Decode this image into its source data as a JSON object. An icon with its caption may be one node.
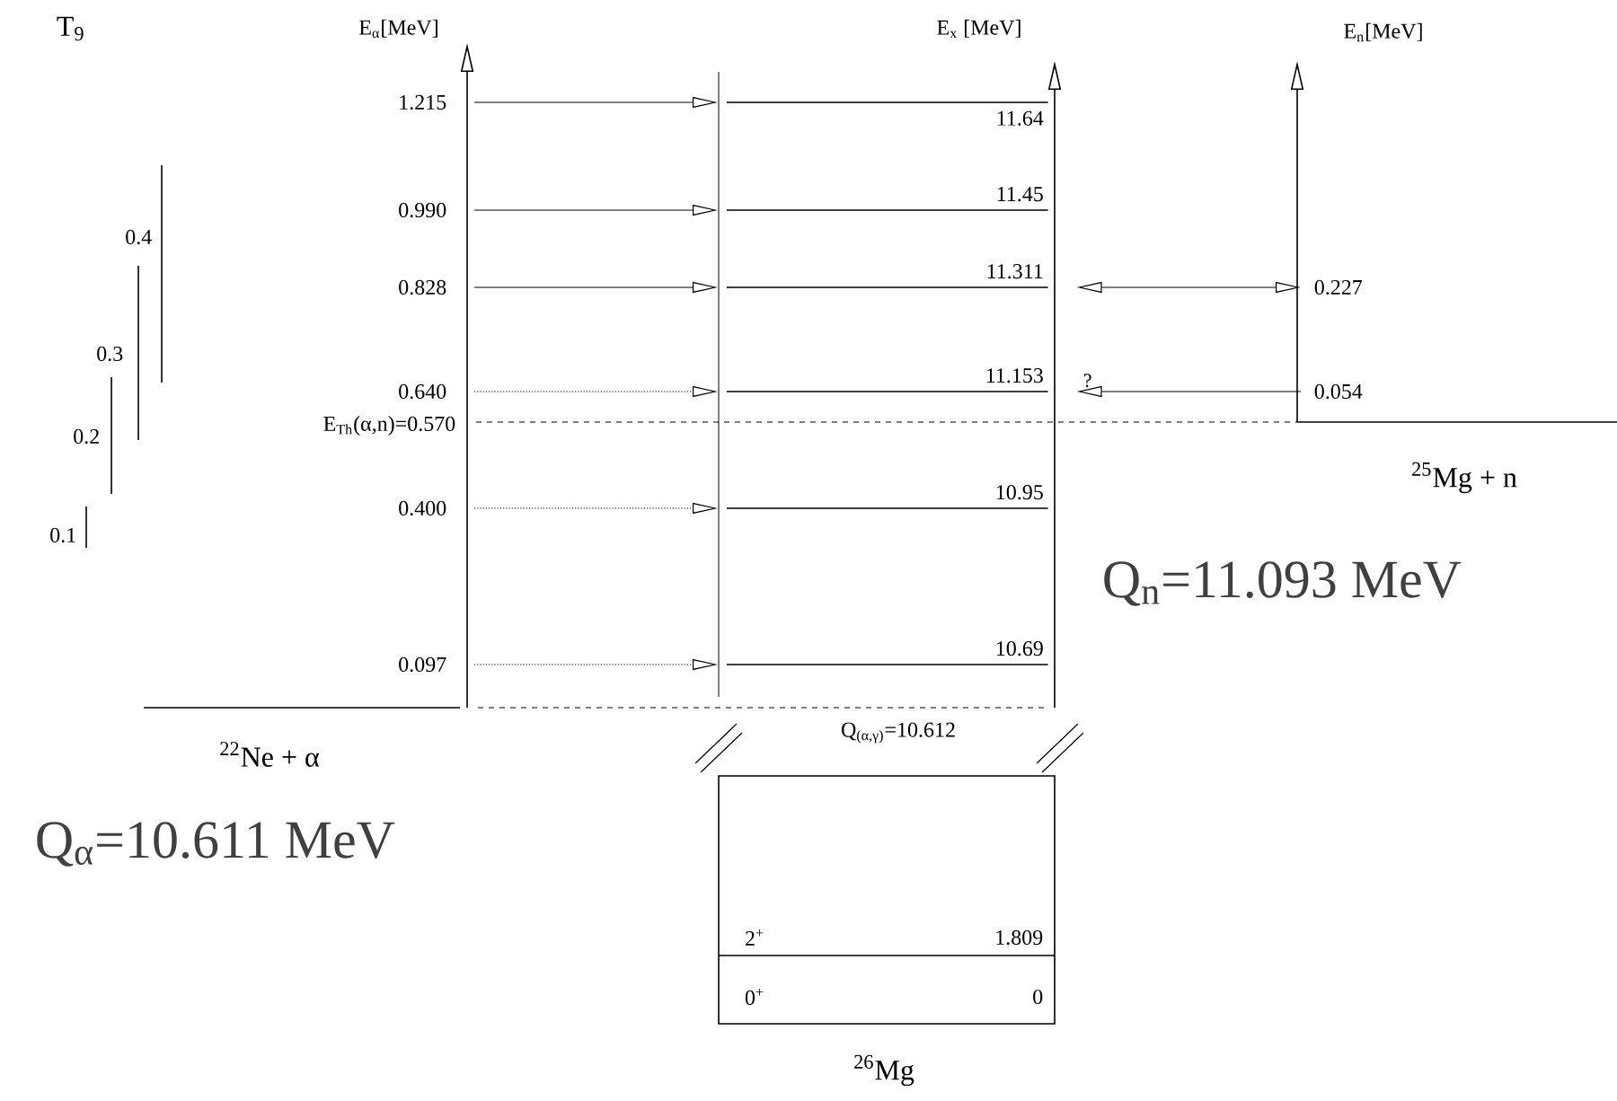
{
  "diagram": {
    "nodes": [
      {
        "text": [
          "1.215"
        ]
      },
      {
        "text": [
          "0.990"
        ]
      },
      {
        "text": [
          "0.828"
        ]
      },
      {
        "text": [
          "0.640"
        ]
      },
      {
        "text": [
          "0.400"
        ]
      },
      {
        "text": [
          "0.097"
        ]
      },
      {
        "text": [
          "11.64"
        ]
      },
      {
        "text": [
          "11.45"
        ]
      },
      {
        "text": [
          "11.311"
        ]
      },
      {
        "text": [
          "11.153"
        ]
      },
      {
        "text": [
          "10.95"
        ]
      },
      {
        "text": [
          "10.69"
        ]
      },
      {
        "text": [
          "0.227"
        ]
      },
      {
        "text": [
          "0.054"
        ]
      }
    ],
    "edges": [
      {
        "from": 0,
        "to": 6,
        "arrow": "to"
      },
      {
        "from": 1,
        "to": 7,
        "arrow": "to"
      },
      {
        "from": 2,
        "to": 8,
        "arrow": "to"
      },
      {
        "from": 3,
        "to": 9,
        "arrow": "to",
        "style": "dashed"
      },
      {
        "from": 4,
        "to": 10,
        "arrow": "to",
        "style": "dashed"
      },
      {
        "from": 5,
        "to": 11,
        "arrow": "to",
        "style": "dashed"
      },
      {
        "from": 8,
        "to": 12,
        "arrow": "both"
      },
      {
        "from": 13,
        "to": 9,
        "arrow": "to",
        "label": "?"
      }
    ],
    "labels": [
      "T$_{9}$",
      "E$_{α}$[MeV]",
      "E$_{x}$ [MeV]",
      "E$_{n}$[MeV]",
      "0.4",
      "0.3",
      "0.2",
      "E$_{Th}$(α,n)=0.570",
      "0.1",
      "$^{25}$Mg + n",
      "Q$_{n}$=11.093 MeV",
      "$^{22}$Ne + α",
      "Q$_{(α,γ)}$=10.612",
      "Q$_{α}$=10.611 MeV",
      "2$^{+}$",
      "1.809",
      "0$^{+}$",
      "0",
      "$^{26}$Mg"
    ]
  }
}
